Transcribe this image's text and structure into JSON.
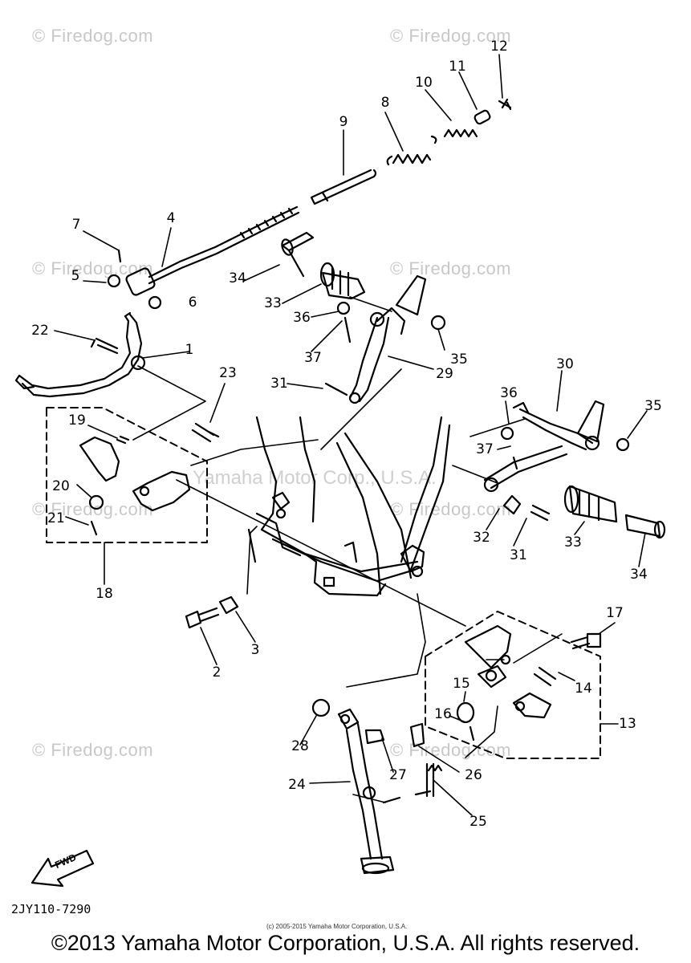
{
  "watermarks": {
    "firedog": "© Firedog.com",
    "yamaha": "Yamaha Motor Corp., U.S.A."
  },
  "parts": [
    {
      "id": "p1",
      "label": "1"
    },
    {
      "id": "p2",
      "label": "2"
    },
    {
      "id": "p3",
      "label": "3"
    },
    {
      "id": "p4",
      "label": "4"
    },
    {
      "id": "p5",
      "label": "5"
    },
    {
      "id": "p6",
      "label": "6"
    },
    {
      "id": "p7",
      "label": "7"
    },
    {
      "id": "p8",
      "label": "8"
    },
    {
      "id": "p9",
      "label": "9"
    },
    {
      "id": "p10",
      "label": "10"
    },
    {
      "id": "p11",
      "label": "11"
    },
    {
      "id": "p12",
      "label": "12"
    },
    {
      "id": "p13",
      "label": "13"
    },
    {
      "id": "p14",
      "label": "14"
    },
    {
      "id": "p15",
      "label": "15"
    },
    {
      "id": "p16",
      "label": "16"
    },
    {
      "id": "p17",
      "label": "17"
    },
    {
      "id": "p18",
      "label": "18"
    },
    {
      "id": "p19",
      "label": "19"
    },
    {
      "id": "p20",
      "label": "20"
    },
    {
      "id": "p21",
      "label": "21"
    },
    {
      "id": "p22",
      "label": "22"
    },
    {
      "id": "p23",
      "label": "23"
    },
    {
      "id": "p24",
      "label": "24"
    },
    {
      "id": "p25",
      "label": "25"
    },
    {
      "id": "p26",
      "label": "26"
    },
    {
      "id": "p27",
      "label": "27"
    },
    {
      "id": "p28",
      "label": "28"
    },
    {
      "id": "p29",
      "label": "29"
    },
    {
      "id": "p30",
      "label": "30"
    },
    {
      "id": "p31a",
      "label": "31"
    },
    {
      "id": "p31b",
      "label": "31"
    },
    {
      "id": "p32",
      "label": "32"
    },
    {
      "id": "p33a",
      "label": "33"
    },
    {
      "id": "p33b",
      "label": "33"
    },
    {
      "id": "p34a",
      "label": "34"
    },
    {
      "id": "p34b",
      "label": "34"
    },
    {
      "id": "p35a",
      "label": "35"
    },
    {
      "id": "p35b",
      "label": "35"
    },
    {
      "id": "p36a",
      "label": "36"
    },
    {
      "id": "p36b",
      "label": "36"
    },
    {
      "id": "p37a",
      "label": "37"
    },
    {
      "id": "p37b",
      "label": "37"
    }
  ],
  "fwd_label": "FWD",
  "diagram_code": "2JY110-7290",
  "small_copyright": "(c) 2005-2015 Yamaha Motor Corporation, U.S.A.",
  "footer_copyright": "©2013 Yamaha Motor Corporation, U.S.A. All rights reserved."
}
